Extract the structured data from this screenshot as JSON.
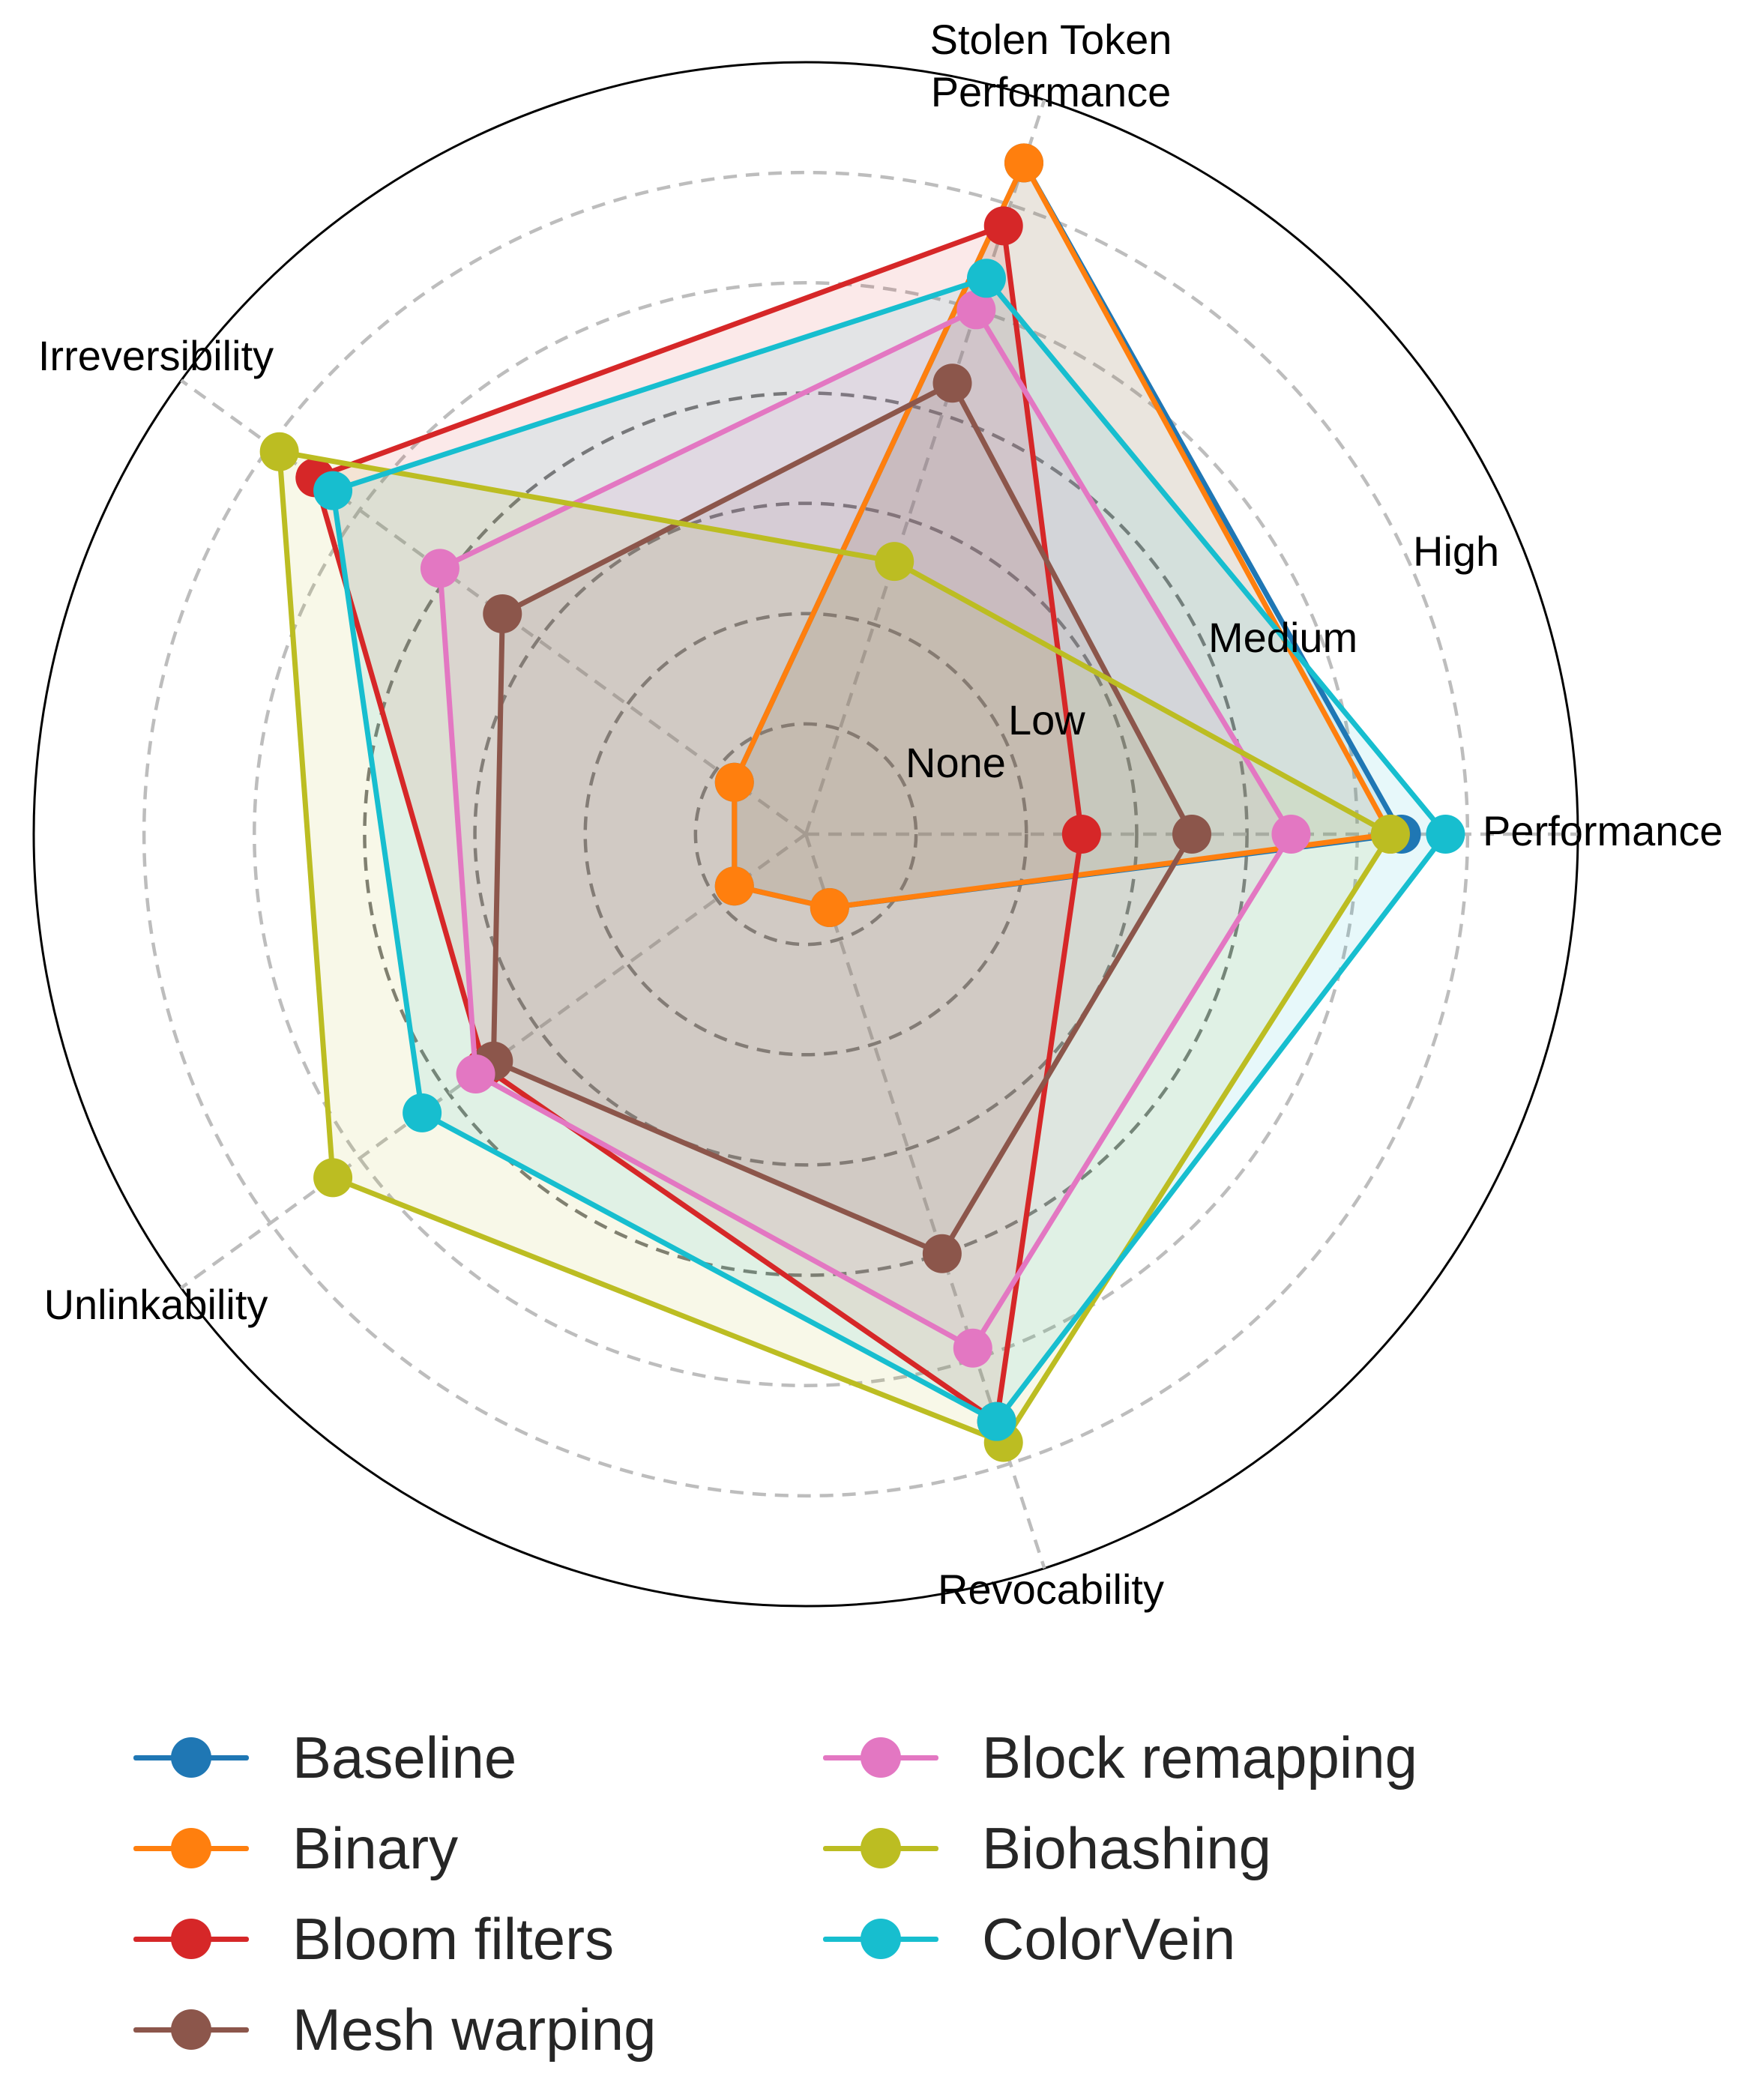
{
  "chart_data": {
    "type": "radar",
    "axes": [
      "Performance",
      "Stolen Token\nPerformance",
      "Irreversibility",
      "Unlinkability",
      "Revocability"
    ],
    "levels": [
      "None",
      "Low",
      "Medium",
      "High"
    ],
    "rmax": 7,
    "gridline_values": [
      1,
      2,
      3,
      4,
      5,
      6
    ],
    "series": [
      {
        "name": "Baseline",
        "color": "#1f77b4",
        "values": [
          5.4,
          6.4,
          0.8,
          0.8,
          0.7
        ]
      },
      {
        "name": "Binary",
        "color": "#ff7f0e",
        "values": [
          5.3,
          6.4,
          0.8,
          0.8,
          0.7
        ]
      },
      {
        "name": "Bloom filters",
        "color": "#d62728",
        "values": [
          2.5,
          5.8,
          5.5,
          3.6,
          5.6
        ]
      },
      {
        "name": "Mesh warping",
        "color": "#8c564b",
        "values": [
          3.5,
          4.3,
          3.4,
          3.5,
          4.0
        ]
      },
      {
        "name": "Block remapping",
        "color": "#e377c2",
        "values": [
          4.4,
          5.0,
          4.1,
          3.7,
          4.9
        ]
      },
      {
        "name": "Biohashing",
        "color": "#bcbd22",
        "values": [
          5.3,
          2.6,
          5.9,
          5.3,
          5.8
        ]
      },
      {
        "name": "ColorVein",
        "color": "#17becf",
        "values": [
          5.8,
          5.3,
          5.3,
          4.3,
          5.6
        ]
      }
    ],
    "legend_position": "bottom"
  }
}
